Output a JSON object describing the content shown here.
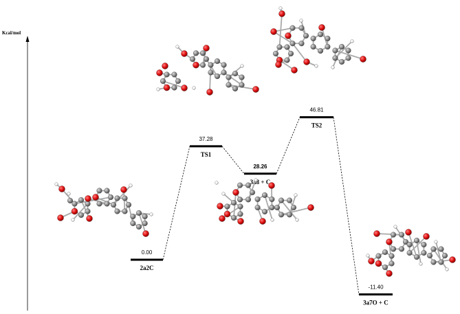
{
  "axis": {
    "ylabel": "Kcal/mol"
  },
  "levels": [
    {
      "id": "2a2C",
      "label": "2a2C",
      "value_label": "0.00",
      "value_bold": false,
      "energy": 0.0
    },
    {
      "id": "TS1",
      "label": "TS1",
      "value_label": "37.28",
      "value_bold": false,
      "energy": 37.28
    },
    {
      "id": "3a8",
      "label": "3a8 + C",
      "value_label": "28.26",
      "value_bold": true,
      "energy": 28.26
    },
    {
      "id": "TS2",
      "label": "TS2",
      "value_label": "46.81",
      "value_bold": false,
      "energy": 46.81
    },
    {
      "id": "3a7O",
      "label": "3a7O + C",
      "value_label": "-11.40",
      "value_bold": false,
      "energy": -11.4
    }
  ],
  "connections": [
    [
      "2a2C",
      "TS1"
    ],
    [
      "TS1",
      "3a8"
    ],
    [
      "3a8",
      "TS2"
    ],
    [
      "TS2",
      "3a7O"
    ]
  ],
  "molecules": [
    {
      "id": "mol-2a2C",
      "name": "2a2C-structure"
    },
    {
      "id": "mol-TS1",
      "name": "TS1-structure"
    },
    {
      "id": "mol-3a8",
      "name": "3a8-structure"
    },
    {
      "id": "mol-TS2",
      "name": "TS2-structure"
    },
    {
      "id": "mol-3a7O",
      "name": "3a7O-structure"
    }
  ],
  "colors": {
    "oxygen": "#e01010",
    "carbon": "#8a8a8a",
    "hydrogen": "#f2f2f2",
    "bond": "#a9a9a9",
    "level": "#000000"
  }
}
